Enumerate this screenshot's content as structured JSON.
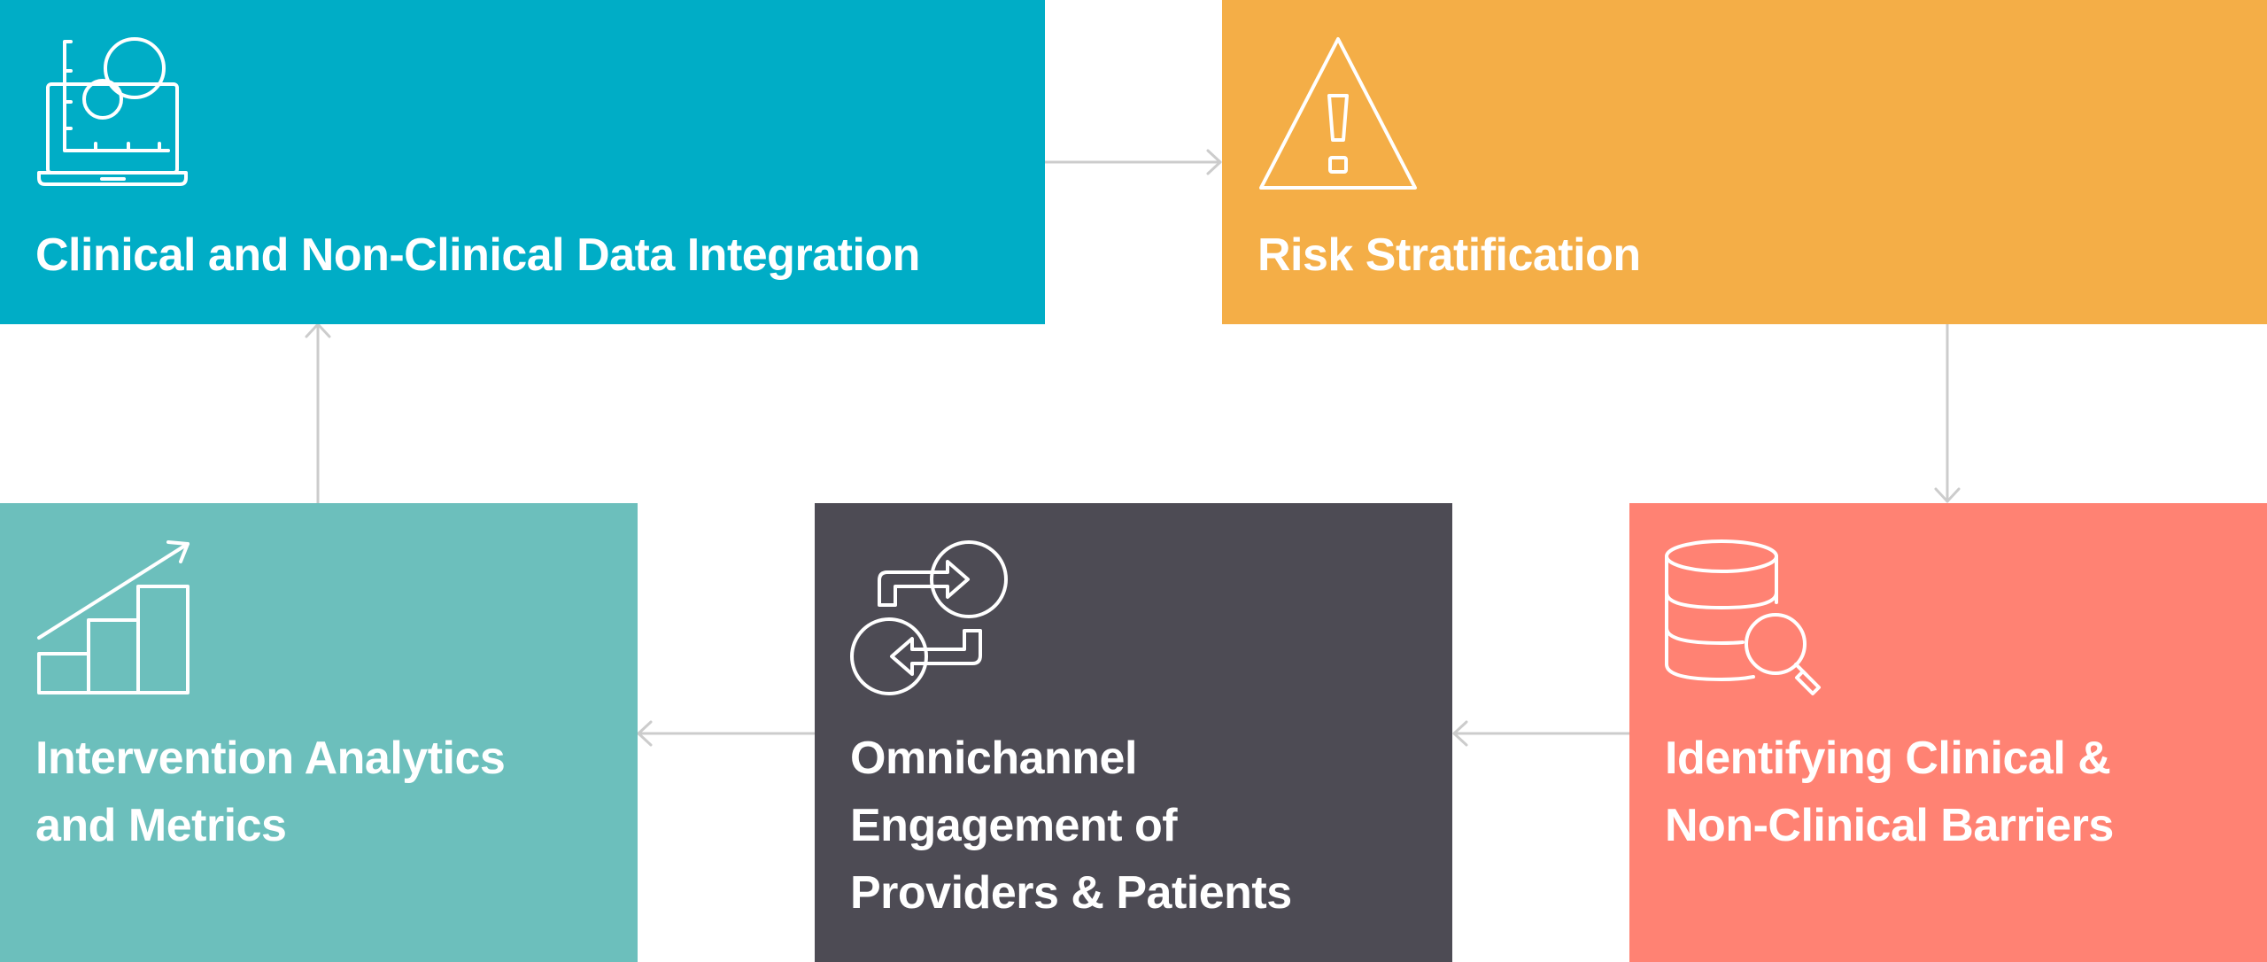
{
  "colors": {
    "teal_blue": "#00adc6",
    "orange": "#f4ae47",
    "salmon": "#ff8273",
    "dark_gray": "#4d4b54",
    "light_teal": "#6cbfbc",
    "arrow": "#cccccc"
  },
  "boxes": {
    "data_integration": {
      "lines": [
        "Clinical and Non-Clinical Data Integration"
      ],
      "icon": "laptop-chart-icon"
    },
    "risk_stratification": {
      "lines": [
        "Risk Stratification"
      ],
      "icon": "warning-icon"
    },
    "barriers": {
      "lines": [
        "Identifying Clinical &",
        "Non-Clinical Barriers"
      ],
      "icon": "database-search-icon"
    },
    "engagement": {
      "lines": [
        "Omnichannel",
        "Engagement of",
        "Providers & Patients"
      ],
      "icon": "exchange-arrows-icon"
    },
    "analytics": {
      "lines": [
        "Intervention Analytics",
        "and Metrics"
      ],
      "icon": "growth-chart-icon"
    }
  }
}
